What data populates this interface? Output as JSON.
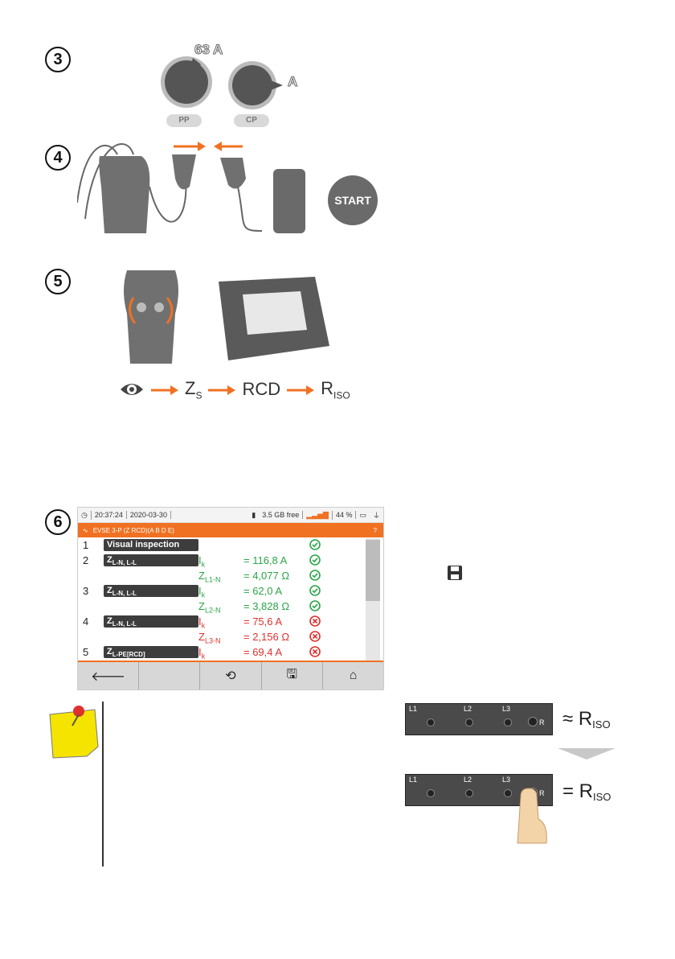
{
  "steps": {
    "s3": "3",
    "s4": "4",
    "s5": "5",
    "s6": "6"
  },
  "knobs": {
    "pp_value": "63 A",
    "cp_value": "A",
    "pp_label": "PP",
    "cp_label": "CP"
  },
  "start_label": "START",
  "flow": {
    "zs": "Z",
    "zs_sub": "S",
    "rcd": "RCD",
    "riso": "R",
    "riso_sub": "ISO"
  },
  "screen": {
    "time": "20:37:24",
    "date": "2020-03-30",
    "storage": "3.5 GB free",
    "battery": "44 %",
    "title": "EVSE 3-P (Z RCD)(A B D E)",
    "rows": [
      {
        "num": "1",
        "pill": "Visual inspection",
        "pill_sub": "",
        "label": "",
        "label_sub": "",
        "value": "",
        "status": "ok"
      },
      {
        "num": "2",
        "pill": "Z",
        "pill_sub": "L-N, L-L",
        "label": "I",
        "label_sub": "k",
        "value": "= 116,8 A",
        "status": "ok"
      },
      {
        "num": "",
        "pill": "",
        "pill_sub": "",
        "label": "Z",
        "label_sub": "L1-N",
        "value": "= 4,077 Ω",
        "status": "ok"
      },
      {
        "num": "3",
        "pill": "Z",
        "pill_sub": "L-N, L-L",
        "label": "I",
        "label_sub": "k",
        "value": "= 62,0 A",
        "status": "ok"
      },
      {
        "num": "",
        "pill": "",
        "pill_sub": "",
        "label": "Z",
        "label_sub": "L2-N",
        "value": "= 3,828 Ω",
        "status": "ok"
      },
      {
        "num": "4",
        "pill": "Z",
        "pill_sub": "L-N, L-L",
        "label": "I",
        "label_sub": "k",
        "value": "= 75,6 A",
        "status": "fail"
      },
      {
        "num": "",
        "pill": "",
        "pill_sub": "",
        "label": "Z",
        "label_sub": "L3-N",
        "value": "= 2,156 Ω",
        "status": "fail"
      },
      {
        "num": "5",
        "pill": "Z",
        "pill_sub": "L-PE[RCD]",
        "label": "I",
        "label_sub": "k",
        "value": "= 69,4 A",
        "status": "fail"
      }
    ],
    "toolbar": [
      "back-icon",
      "",
      "refresh-icon",
      "save-icon",
      "home-icon"
    ]
  },
  "colors": {
    "orange": "#f07122",
    "ok": "#2aa548",
    "fail": "#e0302c",
    "dark": "#3d3d3d"
  },
  "socket_panel": {
    "l1": "L1",
    "l2": "L2",
    "l3": "L3",
    "r": "R",
    "approx": "≈ R",
    "equals": "= R",
    "sub": "ISO"
  }
}
